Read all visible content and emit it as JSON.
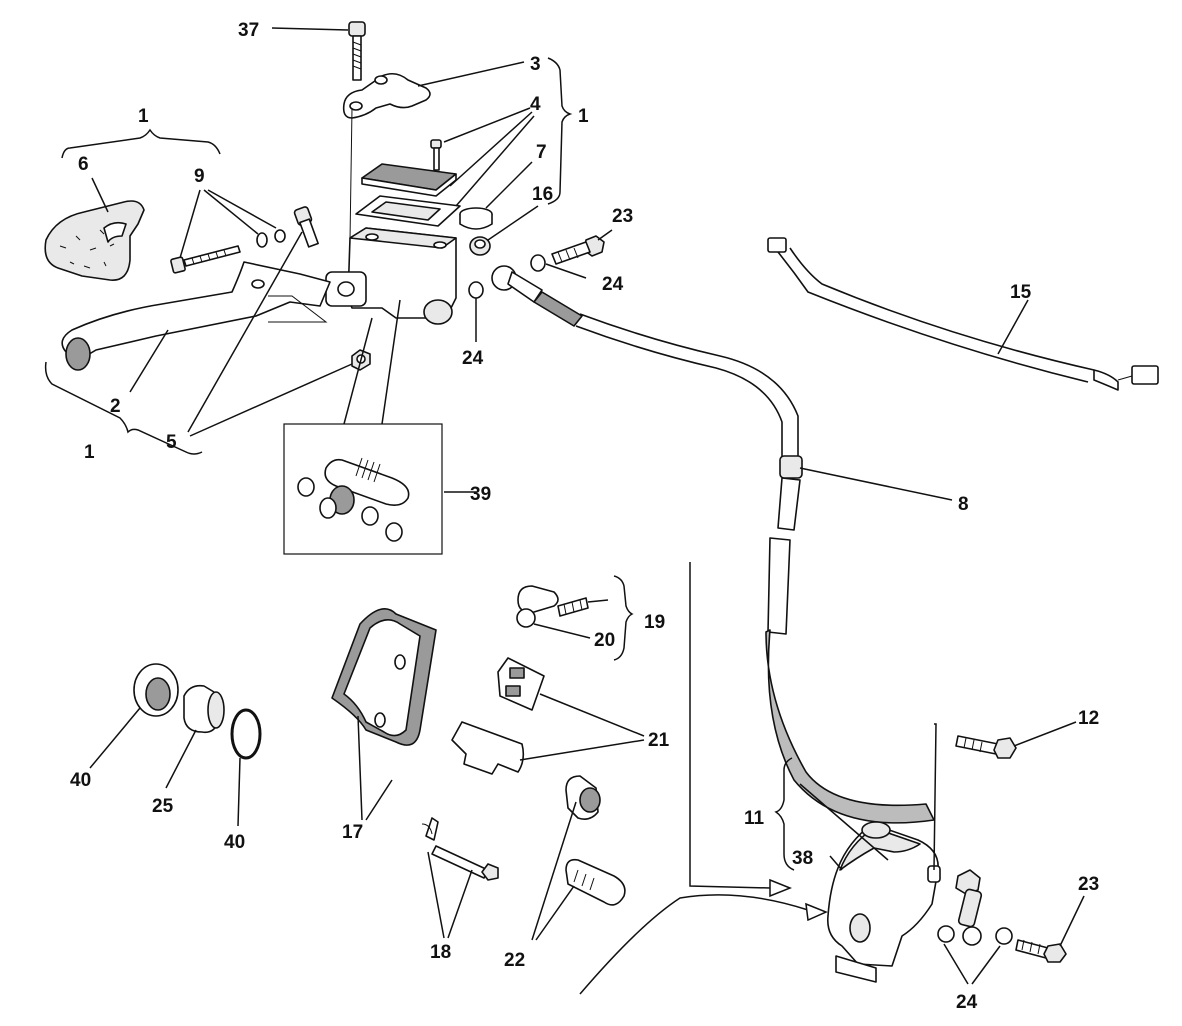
{
  "callouts": {
    "c1_top": "1",
    "c1_right": "1",
    "c1_left": "1",
    "c2": "2",
    "c3": "3",
    "c4": "4",
    "c5": "5",
    "c6": "6",
    "c7": "7",
    "c8": "8",
    "c9": "9",
    "c11": "11",
    "c12": "12",
    "c15": "15",
    "c16": "16",
    "c17": "17",
    "c18": "18",
    "c19": "19",
    "c20": "20",
    "c21": "21",
    "c22": "22",
    "c23_top": "23",
    "c23_bottom": "23",
    "c24_top": "24",
    "c24_mid": "24",
    "c24_bottom": "24",
    "c25": "25",
    "c37": "37",
    "c38": "38",
    "c39": "39",
    "c40_left": "40",
    "c40_right": "40"
  }
}
